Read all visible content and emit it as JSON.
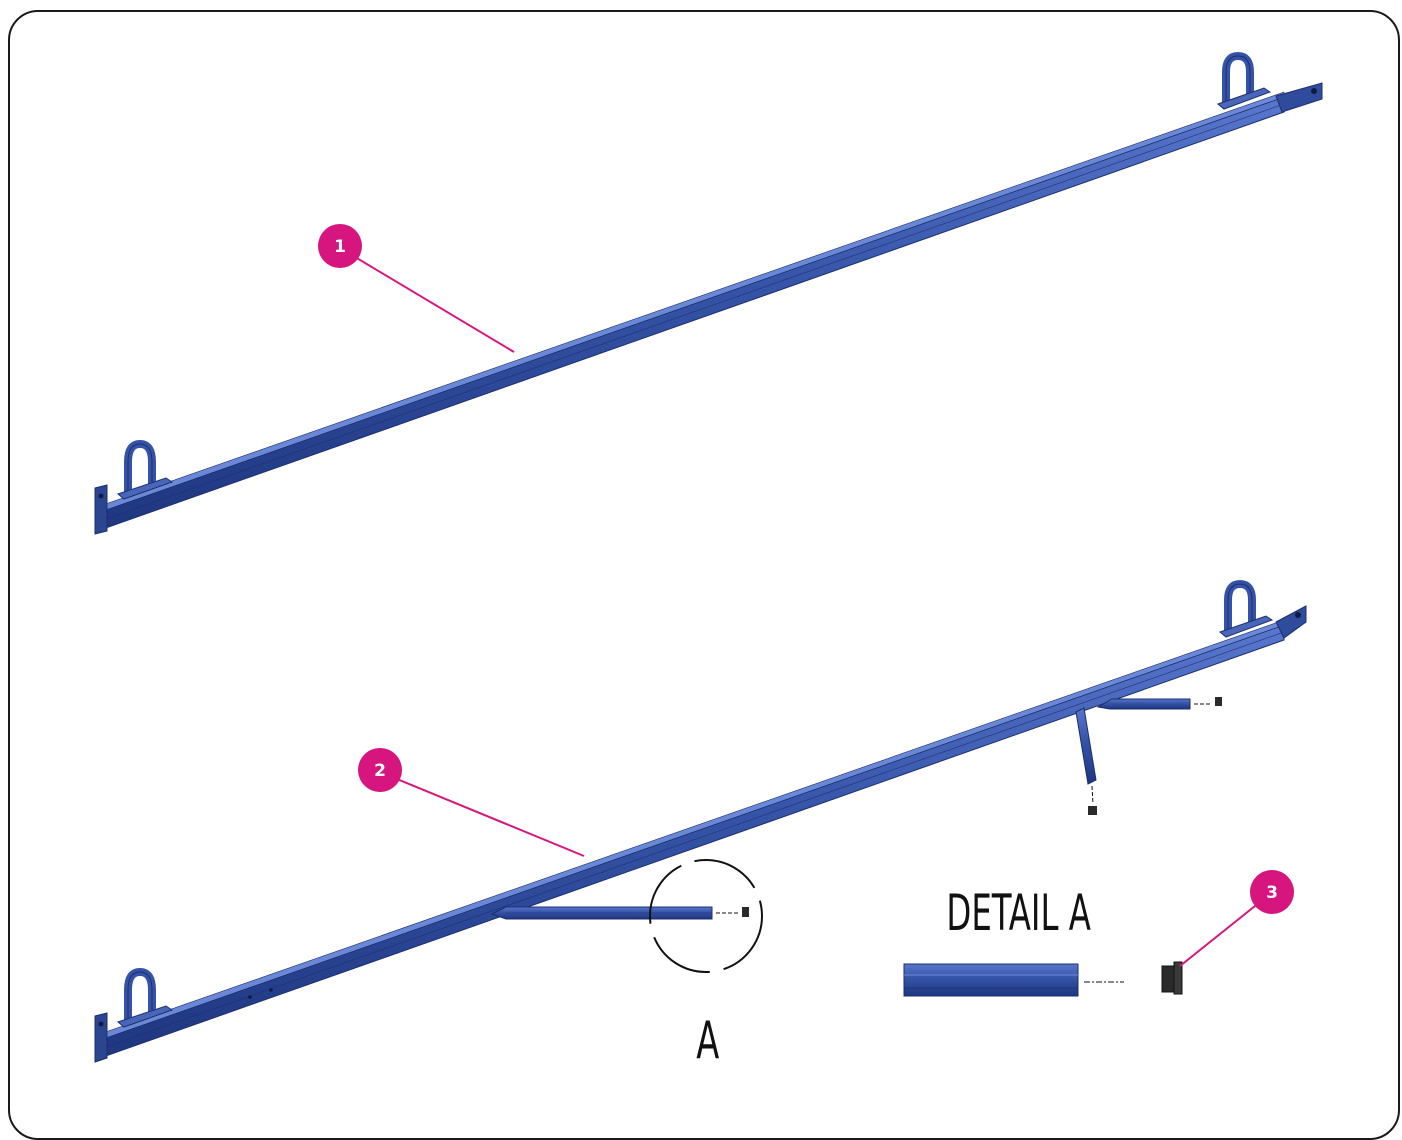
{
  "callouts": [
    "1",
    "2",
    "3"
  ],
  "detail": {
    "ref_letter": "A",
    "title": "DETAIL A"
  },
  "colors": {
    "bar_mid": "#3553a6",
    "bar_dark": "#223a84",
    "bar_light": "#4f6fc4",
    "callout": "#d6157f",
    "frame": "#1a1a1a",
    "cap": "#2a2a2a"
  }
}
